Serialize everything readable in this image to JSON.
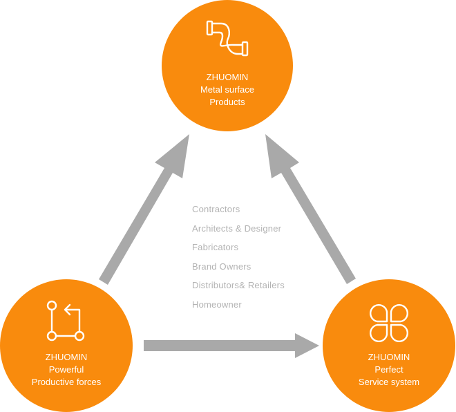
{
  "nodes": {
    "top": {
      "title": "ZHUOMIN",
      "line1": "Metal surface",
      "line2": "Products",
      "icon": "pipe-icon"
    },
    "left": {
      "title": "ZHUOMIN",
      "line1": "Powerful",
      "line2": "Productive forces",
      "icon": "process-flow-icon"
    },
    "right": {
      "title": "ZHUOMIN",
      "line1": "Perfect",
      "line2": "Service system",
      "icon": "four-petal-icon"
    }
  },
  "audience": [
    "Contractors",
    "Architects & Designer",
    "Fabricators",
    "Brand Owners",
    "Distributors& Retailers",
    "Homeowner"
  ],
  "colors": {
    "circle": "#f98b0d",
    "arrow": "#a9a9a9",
    "audience_text": "#b3b3b3",
    "circle_text": "#ffffff"
  }
}
